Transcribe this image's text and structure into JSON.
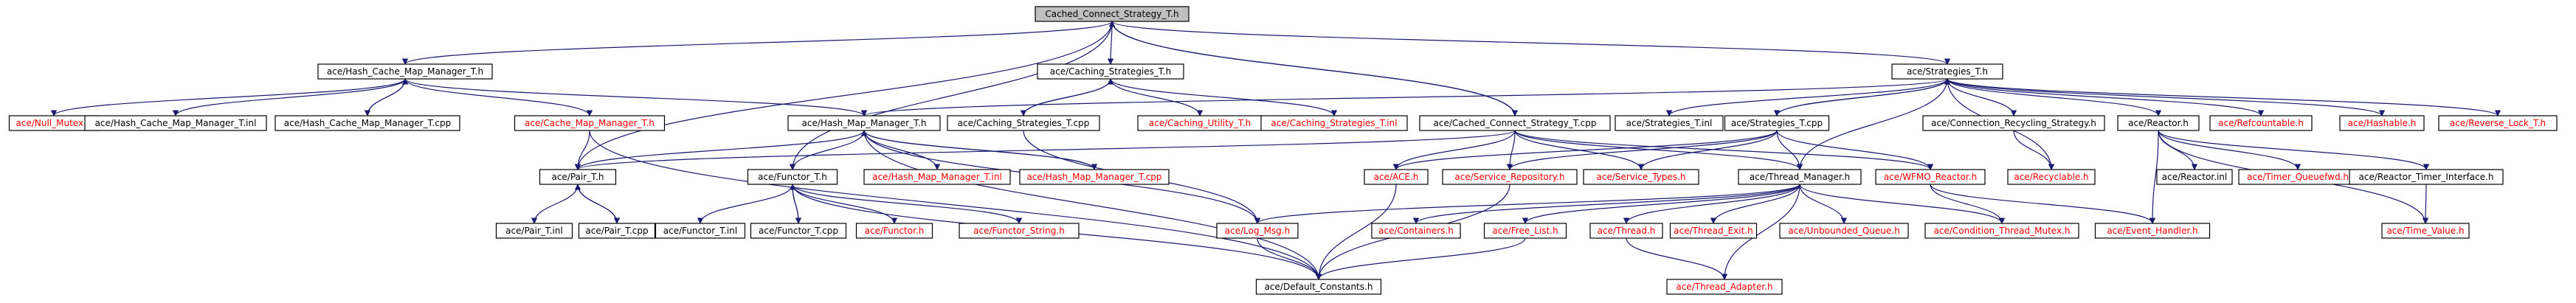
{
  "diagram": {
    "type": "include-dependency-graph",
    "colors": {
      "edge": "#191970",
      "root_fill": "#bfbfbf",
      "node_fill": "#ffffff",
      "missing_text": "#ff0000",
      "text": "#000000"
    },
    "nodes": [
      {
        "id": "root",
        "label": "Cached_Connect_Strategy_T.h",
        "root": true
      },
      {
        "id": "hcmm_h",
        "label": "ace/Hash_Cache_Map_Manager_T.h"
      },
      {
        "id": "cs_h",
        "label": "ace/Caching_Strategies_T.h"
      },
      {
        "id": "strat_h",
        "label": "ace/Strategies_T.h"
      },
      {
        "id": "null_mutex",
        "label": "ace/Null_Mutex.h",
        "missing": true
      },
      {
        "id": "hcmm_inl",
        "label": "ace/Hash_Cache_Map_Manager_T.inl"
      },
      {
        "id": "hcmm_cpp",
        "label": "ace/Hash_Cache_Map_Manager_T.cpp"
      },
      {
        "id": "cmm_h",
        "label": "ace/Cache_Map_Manager_T.h",
        "missing": true
      },
      {
        "id": "hmm_h",
        "label": "ace/Hash_Map_Manager_T.h"
      },
      {
        "id": "cs_cpp",
        "label": "ace/Caching_Strategies_T.cpp"
      },
      {
        "id": "cu_h",
        "label": "ace/Caching_Utility_T.h",
        "missing": true
      },
      {
        "id": "cs_inl",
        "label": "ace/Caching_Strategies_T.inl",
        "missing": true
      },
      {
        "id": "ccs_cpp",
        "label": "ace/Cached_Connect_Strategy_T.cpp"
      },
      {
        "id": "strat_inl",
        "label": "ace/Strategies_T.inl"
      },
      {
        "id": "strat_cpp",
        "label": "ace/Strategies_T.cpp"
      },
      {
        "id": "crs_h",
        "label": "ace/Connection_Recycling_Strategy.h"
      },
      {
        "id": "reactor_h",
        "label": "ace/Reactor.h"
      },
      {
        "id": "refcount_h",
        "label": "ace/Refcountable.h",
        "missing": true
      },
      {
        "id": "hashable_h",
        "label": "ace/Hashable.h",
        "missing": true
      },
      {
        "id": "revlock_h",
        "label": "ace/Reverse_Lock_T.h",
        "missing": true
      },
      {
        "id": "pair_h",
        "label": "ace/Pair_T.h"
      },
      {
        "id": "functor_h",
        "label": "ace/Functor_T.h"
      },
      {
        "id": "hmm_inl",
        "label": "ace/Hash_Map_Manager_T.inl",
        "missing": true
      },
      {
        "id": "hmm_cpp",
        "label": "ace/Hash_Map_Manager_T.cpp",
        "missing": true
      },
      {
        "id": "ace_h",
        "label": "ace/ACE.h",
        "missing": true
      },
      {
        "id": "srvrepo_h",
        "label": "ace/Service_Repository.h",
        "missing": true
      },
      {
        "id": "srvtypes_h",
        "label": "ace/Service_Types.h",
        "missing": true
      },
      {
        "id": "tm_h",
        "label": "ace/Thread_Manager.h"
      },
      {
        "id": "wfmo_h",
        "label": "ace/WFMO_Reactor.h",
        "missing": true
      },
      {
        "id": "recyclable_h",
        "label": "ace/Recyclable.h",
        "missing": true
      },
      {
        "id": "reactor_inl",
        "label": "ace/Reactor.inl"
      },
      {
        "id": "tq_h",
        "label": "ace/Timer_Queuefwd.h",
        "missing": true
      },
      {
        "id": "rti_h",
        "label": "ace/Reactor_Timer_Interface.h"
      },
      {
        "id": "pair_inl",
        "label": "ace/Pair_T.inl"
      },
      {
        "id": "pair_cpp",
        "label": "ace/Pair_T.cpp"
      },
      {
        "id": "functor_inl",
        "label": "ace/Functor_T.inl"
      },
      {
        "id": "functor_cpp",
        "label": "ace/Functor_T.cpp"
      },
      {
        "id": "functor2_h",
        "label": "ace/Functor.h",
        "missing": true
      },
      {
        "id": "functorstr_h",
        "label": "ace/Functor_String.h",
        "missing": true
      },
      {
        "id": "logmsg_h",
        "label": "ace/Log_Msg.h",
        "missing": true
      },
      {
        "id": "containers_h",
        "label": "ace/Containers.h",
        "missing": true
      },
      {
        "id": "freelist_h",
        "label": "ace/Free_List.h",
        "missing": true
      },
      {
        "id": "thread_h",
        "label": "ace/Thread.h",
        "missing": true
      },
      {
        "id": "thexit_h",
        "label": "ace/Thread_Exit.h",
        "missing": true
      },
      {
        "id": "ubq_h",
        "label": "ace/Unbounded_Queue.h",
        "missing": true
      },
      {
        "id": "ctm_h",
        "label": "ace/Condition_Thread_Mutex.h",
        "missing": true
      },
      {
        "id": "evh_h",
        "label": "ace/Event_Handler.h",
        "missing": true
      },
      {
        "id": "timevalue_h",
        "label": "ace/Time_Value.h",
        "missing": true
      },
      {
        "id": "defconst_h",
        "label": "ace/Default_Constants.h"
      },
      {
        "id": "thadapter_h",
        "label": "ace/Thread_Adapter.h",
        "missing": true
      }
    ],
    "edges": [
      [
        "root",
        "hcmm_h"
      ],
      [
        "root",
        "cs_h"
      ],
      [
        "root",
        "strat_h"
      ],
      [
        "root",
        "ccs_cpp"
      ],
      [
        "root",
        "pair_h"
      ],
      [
        "root",
        "functor_h"
      ],
      [
        "hcmm_h",
        "null_mutex"
      ],
      [
        "hcmm_h",
        "hcmm_inl"
      ],
      [
        "hcmm_h",
        "hcmm_cpp"
      ],
      [
        "hcmm_h",
        "cmm_h"
      ],
      [
        "hcmm_h",
        "hmm_h"
      ],
      [
        "hcmm_cpp",
        "hcmm_h"
      ],
      [
        "cmm_h",
        "pair_h"
      ],
      [
        "cmm_h",
        "defconst_h"
      ],
      [
        "cs_h",
        "cs_cpp"
      ],
      [
        "cs_h",
        "cu_h"
      ],
      [
        "cs_h",
        "cs_inl"
      ],
      [
        "cs_cpp",
        "cs_h"
      ],
      [
        "cs_cpp",
        "logmsg_h"
      ],
      [
        "strat_h",
        "hmm_h"
      ],
      [
        "strat_h",
        "strat_inl"
      ],
      [
        "strat_h",
        "strat_cpp"
      ],
      [
        "strat_h",
        "crs_h"
      ],
      [
        "strat_h",
        "reactor_h"
      ],
      [
        "strat_h",
        "refcount_h"
      ],
      [
        "strat_h",
        "hashable_h"
      ],
      [
        "strat_h",
        "revlock_h"
      ],
      [
        "strat_h",
        "recyclable_h"
      ],
      [
        "strat_h",
        "tm_h"
      ],
      [
        "strat_cpp",
        "strat_h"
      ],
      [
        "strat_cpp",
        "ace_h"
      ],
      [
        "strat_cpp",
        "srvrepo_h"
      ],
      [
        "strat_cpp",
        "srvtypes_h"
      ],
      [
        "strat_cpp",
        "tm_h"
      ],
      [
        "strat_cpp",
        "wfmo_h"
      ],
      [
        "ccs_cpp",
        "root"
      ],
      [
        "ccs_cpp",
        "pair_h"
      ],
      [
        "ccs_cpp",
        "ace_h"
      ],
      [
        "ccs_cpp",
        "srvrepo_h"
      ],
      [
        "ccs_cpp",
        "srvtypes_h"
      ],
      [
        "ccs_cpp",
        "tm_h"
      ],
      [
        "ccs_cpp",
        "wfmo_h"
      ],
      [
        "hmm_h",
        "functor_h"
      ],
      [
        "hmm_h",
        "hmm_inl"
      ],
      [
        "hmm_h",
        "hmm_cpp"
      ],
      [
        "hmm_h",
        "logmsg_h"
      ],
      [
        "hmm_h",
        "defconst_h"
      ],
      [
        "hmm_h",
        "pair_h"
      ],
      [
        "hmm_cpp",
        "hmm_h"
      ],
      [
        "crs_h",
        "recyclable_h"
      ],
      [
        "reactor_h",
        "reactor_inl"
      ],
      [
        "reactor_h",
        "tq_h"
      ],
      [
        "reactor_h",
        "rti_h"
      ],
      [
        "reactor_h",
        "evh_h"
      ],
      [
        "reactor_h",
        "timevalue_h"
      ],
      [
        "rti_h",
        "timevalue_h"
      ],
      [
        "pair_h",
        "pair_inl"
      ],
      [
        "pair_h",
        "pair_cpp"
      ],
      [
        "pair_cpp",
        "pair_h"
      ],
      [
        "functor_h",
        "functor_inl"
      ],
      [
        "functor_h",
        "functor_cpp"
      ],
      [
        "functor_h",
        "functor2_h"
      ],
      [
        "functor_h",
        "functorstr_h"
      ],
      [
        "functor_h",
        "defconst_h"
      ],
      [
        "functor_cpp",
        "functor_h"
      ],
      [
        "ace_h",
        "defconst_h"
      ],
      [
        "srvrepo_h",
        "defconst_h"
      ],
      [
        "tm_h",
        "containers_h"
      ],
      [
        "tm_h",
        "freelist_h"
      ],
      [
        "tm_h",
        "thread_h"
      ],
      [
        "tm_h",
        "thexit_h"
      ],
      [
        "tm_h",
        "ubq_h"
      ],
      [
        "tm_h",
        "ctm_h"
      ],
      [
        "tm_h",
        "thadapter_h"
      ],
      [
        "tm_h",
        "logmsg_h"
      ],
      [
        "thread_h",
        "thadapter_h"
      ],
      [
        "freelist_h",
        "defconst_h"
      ],
      [
        "logmsg_h",
        "defconst_h"
      ],
      [
        "wfmo_h",
        "ctm_h"
      ],
      [
        "wfmo_h",
        "evh_h"
      ]
    ]
  }
}
